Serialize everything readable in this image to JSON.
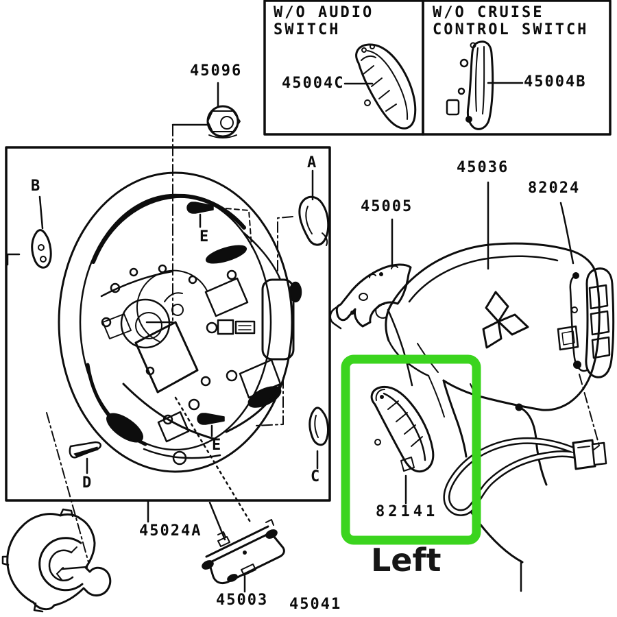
{
  "inset_audio": {
    "line1": "W/O AUDIO",
    "line2": "SWITCH",
    "part": "45004C"
  },
  "inset_cruise": {
    "line1": "W/O CRUISE",
    "line2": "CONTROL SWITCH",
    "part": "45004B"
  },
  "labels": {
    "nut": "45096",
    "cover": "45005",
    "airbag": "45036",
    "switch_right": "82024",
    "wheel": "45024A",
    "bracket": "45003",
    "harness": "45041",
    "switch_left": "82141"
  },
  "letters": {
    "a": "A",
    "b": "B",
    "c": "C",
    "d": "D",
    "e1": "E",
    "e2": "E"
  },
  "highlight": {
    "caption": "Left",
    "color": "#3bd41e"
  }
}
